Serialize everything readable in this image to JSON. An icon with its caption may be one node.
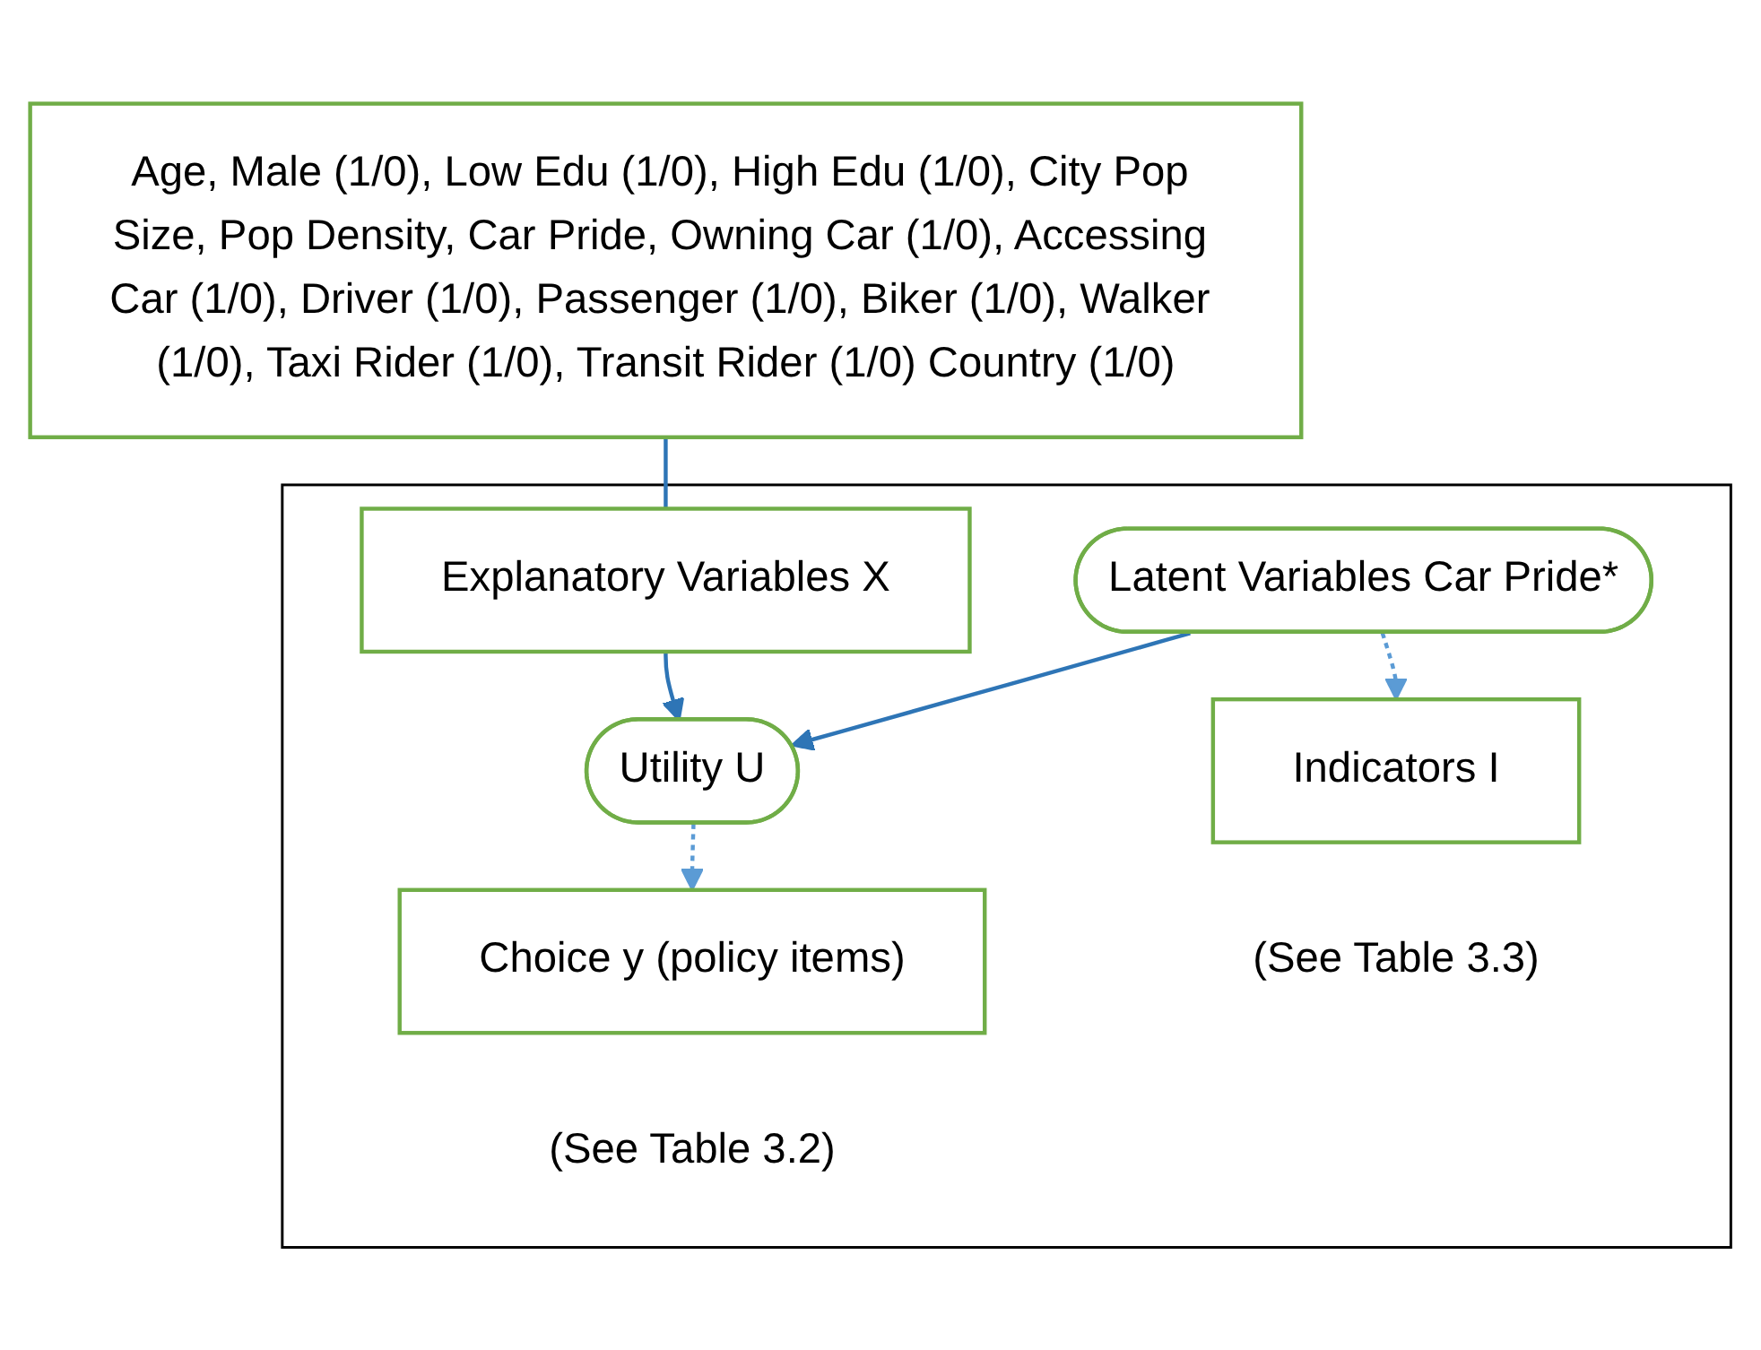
{
  "diagram": {
    "nodes": [
      {
        "text": [
          "Age, Male (1/0), Low Edu (1/0), High Edu (1/0), City Pop Size, Pop Density, Car Pride, Owning Car (1/0), Accessing Car (1/0), Driver (1/0), Passenger (1/0), Biker (1/0), Walker (1/0), Taxi Rider (1/0), Transit Rider (1/0) Country (1/0)"
        ]
      },
      {
        "text": [],
        "shape": "box"
      },
      {
        "text": [
          "Explanatory Variables X"
        ],
        "in": 1
      },
      {
        "text": [
          "Latent Variables Car Pride*"
        ],
        "in": 1
      },
      {
        "text": [
          "Indicators I"
        ],
        "in": 1,
        "beside": [
          "(See Table 3.3)"
        ]
      },
      {
        "text": [
          "Utility U"
        ],
        "in": 1
      },
      {
        "text": [
          "Choice y (policy items)"
        ],
        "in": 1,
        "beside": [
          "(See Table 3.2)"
        ]
      }
    ],
    "edges": [
      {
        "from": 0,
        "to": 2,
        "arrow": "none"
      },
      {
        "from": 2,
        "to": 5,
        "arrow": "to"
      },
      {
        "from": 3,
        "to": 5,
        "arrow": "to"
      },
      {
        "from": 3,
        "to": 4,
        "arrow": "to",
        "style": "dashed",
        "color": "#5b9bd5"
      },
      {
        "from": 5,
        "to": 6,
        "arrow": "to",
        "style": "dashed",
        "color": "#5b9bd5"
      }
    ]
  }
}
